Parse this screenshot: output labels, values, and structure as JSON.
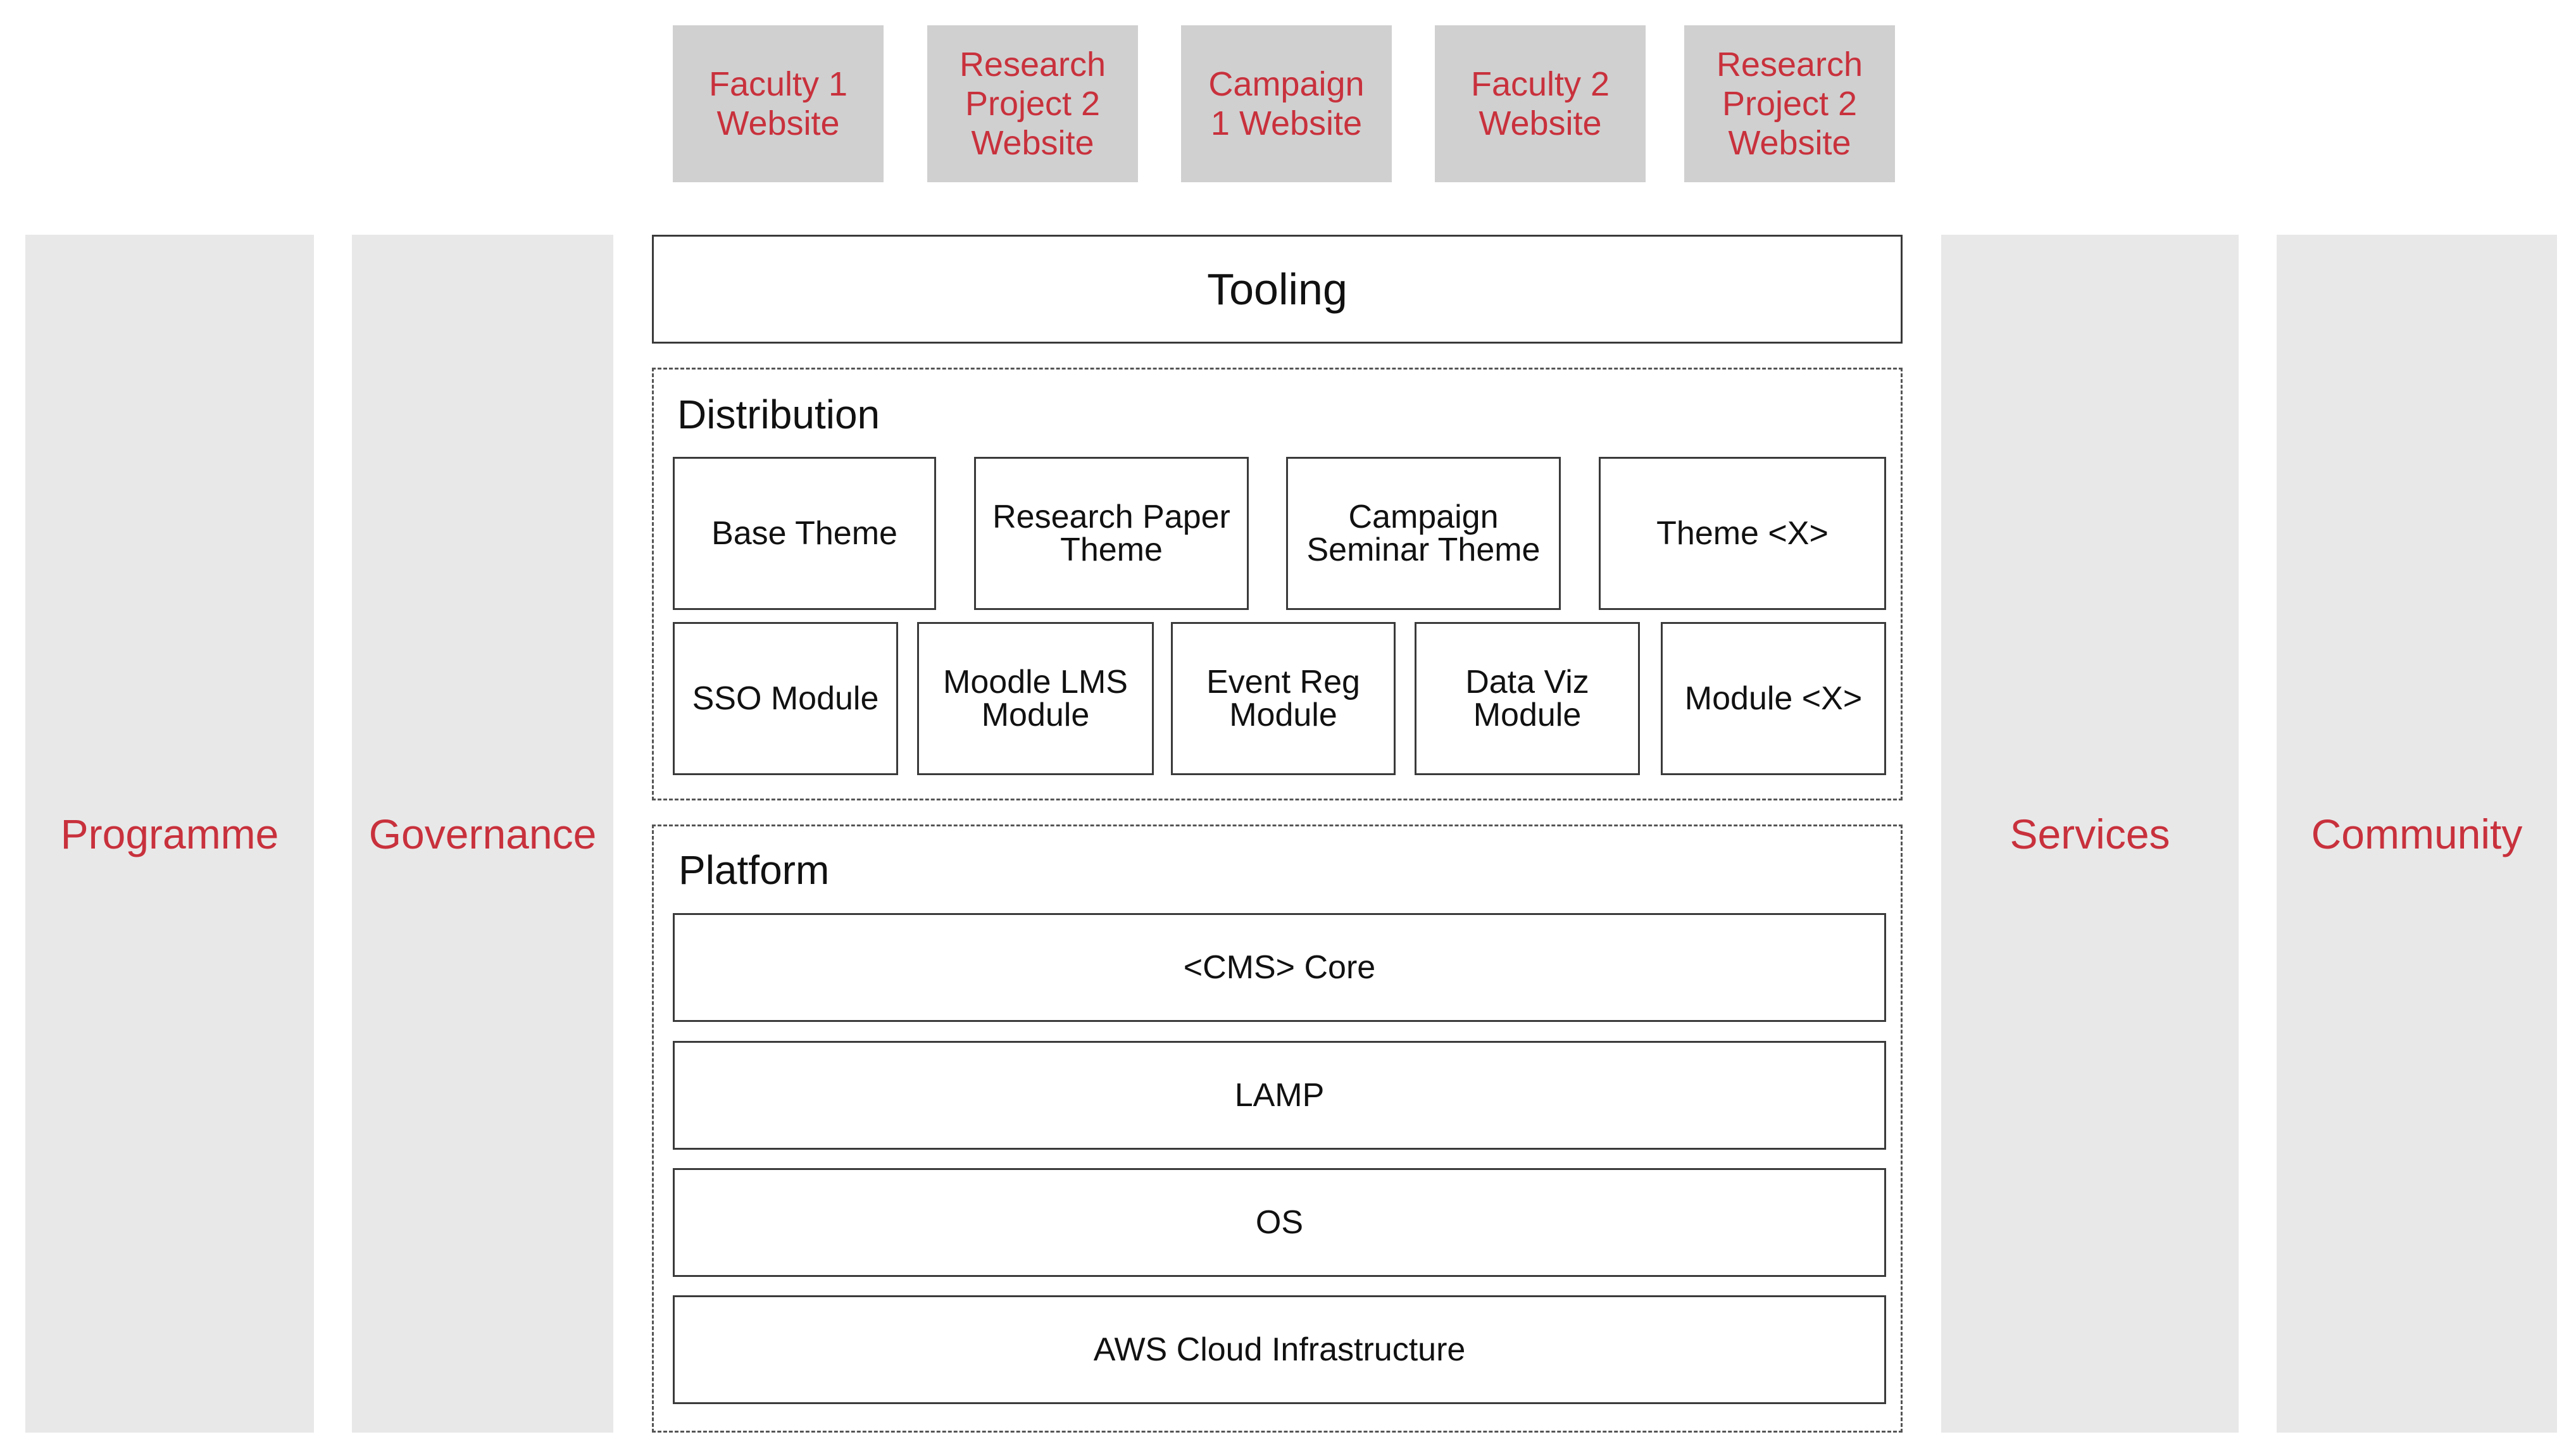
{
  "websites": [
    "Faculty 1\nWebsite",
    "Research\nProject 2\nWebsite",
    "Campaign\n1 Website",
    "Faculty 2\nWebsite",
    "Research\nProject 2\nWebsite"
  ],
  "pillars": {
    "programme": "Programme",
    "governance": "Governance",
    "services": "Services",
    "community": "Community"
  },
  "tooling": "Tooling",
  "distribution": {
    "title": "Distribution",
    "themes": [
      "Base Theme",
      "Research Paper\nTheme",
      "Campaign\nSeminar Theme",
      "Theme <X>"
    ],
    "modules": [
      "SSO Module",
      "Moodle LMS\nModule",
      "Event Reg\nModule",
      "Data Viz\nModule",
      "Module <X>"
    ]
  },
  "platform": {
    "title": "Platform",
    "layers": [
      "<CMS> Core",
      "LAMP",
      "OS",
      "AWS Cloud Infrastructure"
    ]
  },
  "colors": {
    "accent_red": "#c8313c",
    "site_box_gray": "#d0d0d0",
    "pillar_gray": "#e8e8e8",
    "border": "#3a3a3a"
  }
}
